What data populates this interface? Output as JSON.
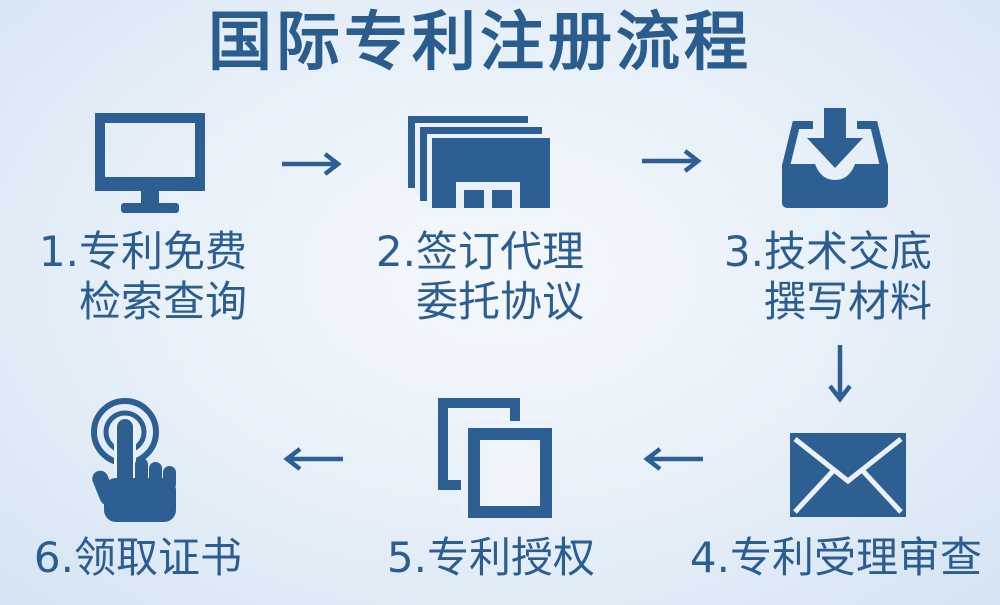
{
  "title": "国际专利注册流程",
  "colors": {
    "primary": "#2c5d90",
    "background": "#e6eff8"
  },
  "steps": [
    {
      "icon": "monitor-icon",
      "lines": [
        "1.专利免费",
        "检索查询"
      ]
    },
    {
      "icon": "documents-icon",
      "lines": [
        "2.签订代理",
        "委托协议"
      ]
    },
    {
      "icon": "inbox-download-icon",
      "lines": [
        "3.技术交底",
        "撰写材料"
      ]
    },
    {
      "icon": "envelope-icon",
      "lines": [
        "4.专利受理审查"
      ]
    },
    {
      "icon": "copy-icon",
      "lines": [
        "5.专利授权"
      ]
    },
    {
      "icon": "hand-touch-icon",
      "lines": [
        "6.领取证书"
      ]
    }
  ],
  "arrows": [
    "arrow-right-icon",
    "arrow-right-icon",
    "arrow-down-icon",
    "arrow-left-icon",
    "arrow-left-icon"
  ]
}
